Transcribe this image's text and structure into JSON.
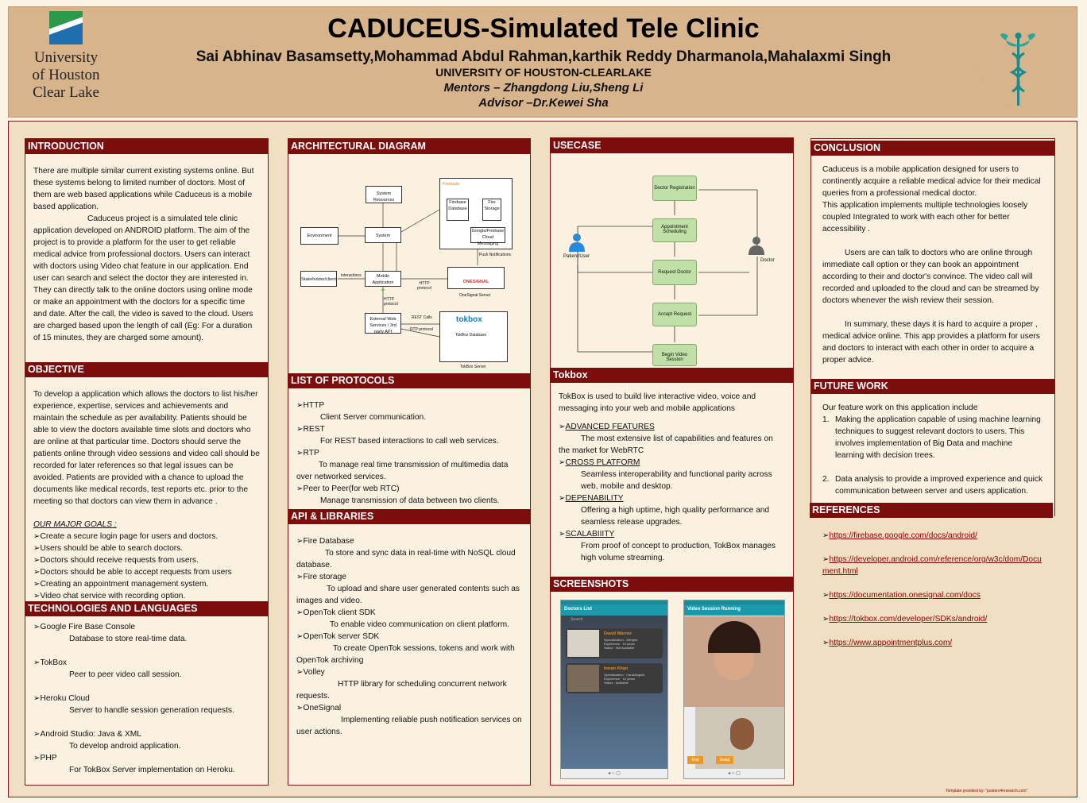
{
  "header": {
    "title": "CADUCEUS-Simulated Tele Clinic",
    "authors": "Sai Abhinav Basamsetty,Mohammad Abdul Rahman,karthik Reddy Dharmanola,Mahalaxmi Singh",
    "university": "UNIVERSITY OF HOUSTON-CLEARLAKE",
    "mentors": "Mentors – Zhangdong Liu,Sheng Li",
    "advisor": "Advisor –Dr.Kewei Sha",
    "logo_lines": [
      "University",
      "of Houston",
      "Clear Lake"
    ]
  },
  "introduction": {
    "heading": "INTRODUCTION",
    "p1": " There are multiple similar current existing systems online. But these systems belong to limited number of doctors. Most of them are web based applications while Caduceus is a mobile based application.",
    "p2": "Caduceus project is a simulated tele clinic application developed on ANDROID platform. The aim of the project is to provide a platform for the user to get reliable medical advice from professional doctors. Users can interact with doctors using Video chat feature in our application. End user can search and select the doctor they are interested in. They can directly talk to the online doctors using online mode or make an appointment with the doctors for a specific time and date. After the call, the video is saved to the cloud. Users are charged based upon the length of call (Eg: For a duration of 15 minutes, they are charged some amount)."
  },
  "objective": {
    "heading": "OBJECTIVE",
    "p1": "To develop a application which allows the doctors to list his/her experience, expertise, services and achievements and maintain the schedule as per availability. Patients should be able to view the doctors available time slots and doctors who are online at  that particular time. Doctors should serve the patients online through video sessions and video call should be recorded for later references so that legal issues can be avoided. Patients are provided with a chance to upload the documents like medical records, test reports etc. prior to the meeting so that doctors can view them in advance .",
    "goals_heading": "OUR MAJOR GOALS :",
    "goals": [
      "Create a secure login page for users and doctors.",
      "Users should be able to search doctors.",
      "Doctors should receive requests from users.",
      "Doctors should be able to accept requests from users",
      "Creating an appointment management system.",
      "Video chat service with recording option."
    ]
  },
  "technologies": {
    "heading": "TECHNOLOGIES AND LANGUAGES",
    "items": [
      {
        "name": "Google Fire Base Console",
        "desc": "Database to store real-time data."
      },
      {
        "name": "TokBox",
        "desc": "Peer to peer video call session."
      },
      {
        "name": "Heroku Cloud",
        "desc": "Server to handle session generation requests."
      },
      {
        "name": "Android Studio: Java & XML",
        "desc": "To develop android application."
      },
      {
        "name": "PHP",
        "desc": "For TokBox Server implementation on Heroku."
      }
    ]
  },
  "architecture": {
    "heading": "ARCHITECTURAL DIAGRAM",
    "labels": {
      "system_resources": "System Resources",
      "firebase": "Firebase",
      "firebase_db": "Firebase Database",
      "fire_storage": "Fire Storage",
      "cloud_messaging": "Google/Firebase Cloud Messaging",
      "environment": "Environment",
      "system": "System",
      "push": "Push Notifications",
      "stakeholder": "Stakeholder/client",
      "interactions": "interactions",
      "mobile_app": "Mobile Application",
      "http_protocol": "HTTP protocol",
      "onesignal": "ONESIGNAL",
      "onesignal_server": "OneSignal Server",
      "http_protocol2": "HTTP protocol",
      "external": "External Web Services / 3rd party API",
      "rest_calls": "REST Calls",
      "rtp": "RTP protocol",
      "tokbox": "tokbox",
      "tokbox_db": "TokBox Database",
      "tokbox_server": "TokBox Server"
    }
  },
  "protocols": {
    "heading": "LIST OF PROTOCOLS",
    "items": [
      {
        "name": "HTTP",
        "desc": "Client Server communication."
      },
      {
        "name": "REST",
        "desc": "For REST based interactions to call web services."
      },
      {
        "name": "RTP",
        "desc": "To manage real time transmission of multimedia data over networked services."
      },
      {
        "name": "Peer to Peer(for web RTC)",
        "desc": "Manage transmission of data between two clients."
      }
    ]
  },
  "api": {
    "heading": "API & LIBRARIES",
    "items": [
      {
        "name": "Fire Database",
        "desc": "To store and sync data in real-time with NoSQL cloud database."
      },
      {
        "name": "Fire storage",
        "desc": "To upload and share user generated contents such as images and video."
      },
      {
        "name": "OpenTok client SDK",
        "desc": "To enable video communication on client platform."
      },
      {
        "name": "OpenTok server SDK",
        "desc": "To create OpenTok sessions, tokens and work with OpenTok archiving"
      },
      {
        "name": "Volley",
        "desc": "HTTP library for scheduling concurrent network requests."
      },
      {
        "name": "OneSignal",
        "desc": "Implementing reliable push notification services on user actions."
      }
    ]
  },
  "usecase": {
    "heading": "USECASE",
    "nodes": [
      "Doctor Registration",
      "Appointment Scheduling",
      "Request Doctor",
      "Accept Request",
      "Begin Video Session"
    ],
    "actor_patient": "Patient/User",
    "actor_doctor": "Doctor"
  },
  "tokbox": {
    "heading": "Tokbox",
    "intro": "TokBox is used to build live interactive video, voice and messaging into your web and mobile applications",
    "items": [
      {
        "name": "ADVANCED FEATURES",
        "desc": "The most extensive list of capabilities and   features on the market for WebRTC"
      },
      {
        "name": "CROSS PLATFORM",
        "desc": "Seamless interoperability and functional parity across web, mobile and desktop."
      },
      {
        "name": "DEPENABILITY",
        "desc": "Offering a high uptime, high quality performance and seamless release upgrades."
      },
      {
        "name": "SCALABIIITY",
        "desc": "From proof of concept to production, TokBox manages high volume streaming."
      }
    ]
  },
  "screenshots": {
    "heading": "SCREENSHOTS",
    "left_title": "Doctors List",
    "search": "Search",
    "doctors": [
      {
        "name": "David Warner",
        "spec": "Allergist",
        "exp": "10 years",
        "status": "Not Available"
      },
      {
        "name": "Imran Khan",
        "spec": "Cardiologists",
        "exp": "12 years",
        "status": "Available"
      }
    ],
    "right_title": "Video Session Running",
    "end": "End",
    "swap": "Swap",
    "field_labels": [
      "Specialization",
      "Experience",
      "Status"
    ]
  },
  "conclusion": {
    "heading": "CONCLUSION",
    "p1": "Caduceus is a mobile application designed for users to continently acquire a reliable medical advice for their medical queries from a professional medical doctor.",
    "p2": "This application implements multiple technologies loosely coupled Integrated to work with each other for better accessibility .",
    "p3": "Users are can talk to doctors who are online through immediate call option or they can book an appointment according to their and doctor's convince. The video call will recorded and uploaded to the cloud and can be streamed by doctors whenever the wish review their session.",
    "p4": "In summary, these days it is hard to acquire a proper , medical advice online. This app provides a platform for users and doctors to interact with each other in order to acquire a proper advice."
  },
  "future": {
    "heading": "FUTURE WORK",
    "intro": "Our feature work on this application include",
    "items": [
      "Making the application capable of using machine learning techniques to suggest relevant doctors to users. This involves implementation of Big Data  and machine learning with decision trees.",
      "Data analysis to provide a improved experience and quick communication between server and users application."
    ]
  },
  "references": {
    "heading": "REFERENCES",
    "items": [
      "https://firebase.google.com/docs/android/",
      "https://developer.android.com/reference/org/w3c/dom/Document.html",
      "https://documentation.onesignal.com/docs",
      "https://tokbox.com/developer/SDKs/android/",
      "https://www.appointmentplus.com/"
    ]
  },
  "footer": {
    "note": "Template provided by: \"posters4research.com\""
  },
  "colors": {
    "header_bg": "#d8b48d",
    "section_header": "#7b0d0d",
    "panel_bg": "#fbf1e1"
  }
}
